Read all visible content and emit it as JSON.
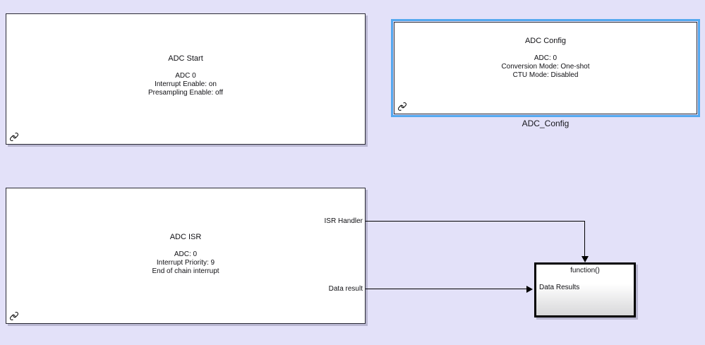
{
  "canvas": {
    "background_color": "#e3e1f9",
    "selection_color": "#54a8ef"
  },
  "blocks": [
    {
      "id": "adc_start",
      "title": "ADC Start",
      "detail": "ADC 0\nInterrupt Enable: on\nPresampling Enable: off",
      "selected": false,
      "annotation_icon": "link-icon"
    },
    {
      "id": "adc_config",
      "title": "ADC Config",
      "detail": "ADC: 0\nConversion Mode: One-shot\nCTU Mode: Disabled",
      "selected": true,
      "label": "ADC_Config",
      "annotation_icon": "link-icon"
    },
    {
      "id": "adc_isr",
      "title": "ADC ISR",
      "detail": "ADC: 0\nInterrupt Priority: 9\nEnd of chain interrupt",
      "selected": false,
      "annotation_icon": "link-icon",
      "ports": [
        {
          "name": "isr_handler",
          "label": "ISR Handler"
        },
        {
          "name": "data_result",
          "label": "Data result"
        }
      ]
    }
  ],
  "function_block": {
    "id": "data_results_function",
    "title": "function()",
    "port_label": "Data Results"
  }
}
